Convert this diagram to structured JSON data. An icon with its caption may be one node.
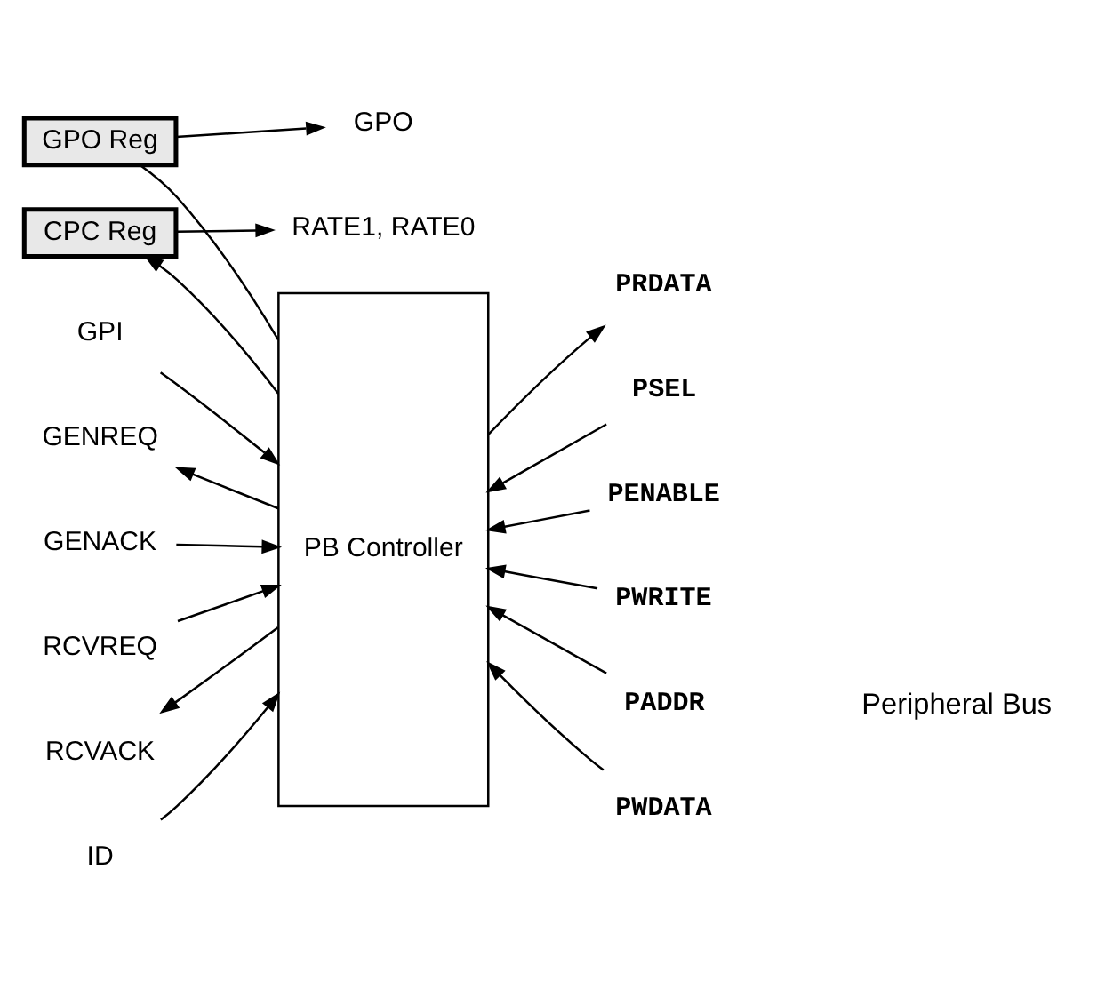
{
  "diagram": {
    "nodes": [
      {
        "text": [
          "PB Controller"
        ]
      },
      {
        "text": [
          "GPO Reg"
        ]
      },
      {
        "text": [
          "CPC Reg"
        ]
      },
      {
        "text": [
          "GPO"
        ]
      },
      {
        "text": [
          "GPI"
        ]
      },
      {
        "text": [
          "GENREQ"
        ]
      },
      {
        "text": [
          "GENACK"
        ]
      },
      {
        "text": [
          "RCVREQ"
        ]
      },
      {
        "text": [
          "RCVACK"
        ]
      },
      {
        "text": [
          "RATE1, RATE0"
        ]
      },
      {
        "text": [
          "ID"
        ]
      },
      {
        "text": [
          "PSEL"
        ]
      },
      {
        "text": [
          "PENABLE"
        ]
      },
      {
        "text": [
          "PWRITE"
        ]
      },
      {
        "text": [
          "PADDR"
        ]
      },
      {
        "text": [
          "PWDATA"
        ]
      },
      {
        "text": [
          "PRDATA"
        ]
      }
    ],
    "edges": [
      {
        "from": 4,
        "to": 0,
        "arrow": "to"
      },
      {
        "from": 0,
        "to": 1,
        "arrow": "none"
      },
      {
        "from": 1,
        "to": 3,
        "arrow": "to"
      },
      {
        "from": 0,
        "to": 5,
        "arrow": "to"
      },
      {
        "from": 6,
        "to": 0,
        "arrow": "to"
      },
      {
        "from": 7,
        "to": 0,
        "arrow": "to"
      },
      {
        "from": 0,
        "to": 8,
        "arrow": "to"
      },
      {
        "from": 0,
        "to": 2,
        "arrow": "to"
      },
      {
        "from": 2,
        "to": 9,
        "arrow": "to"
      },
      {
        "from": 10,
        "to": 0,
        "arrow": "to"
      },
      {
        "from": 11,
        "to": 0,
        "arrow": "to"
      },
      {
        "from": 12,
        "to": 0,
        "arrow": "to"
      },
      {
        "from": 13,
        "to": 0,
        "arrow": "to"
      },
      {
        "from": 14,
        "to": 0,
        "arrow": "to"
      },
      {
        "from": 15,
        "to": 0,
        "arrow": "to"
      },
      {
        "from": 0,
        "to": 16,
        "arrow": "to"
      }
    ],
    "labels": [
      "Peripheral Bus"
    ]
  }
}
